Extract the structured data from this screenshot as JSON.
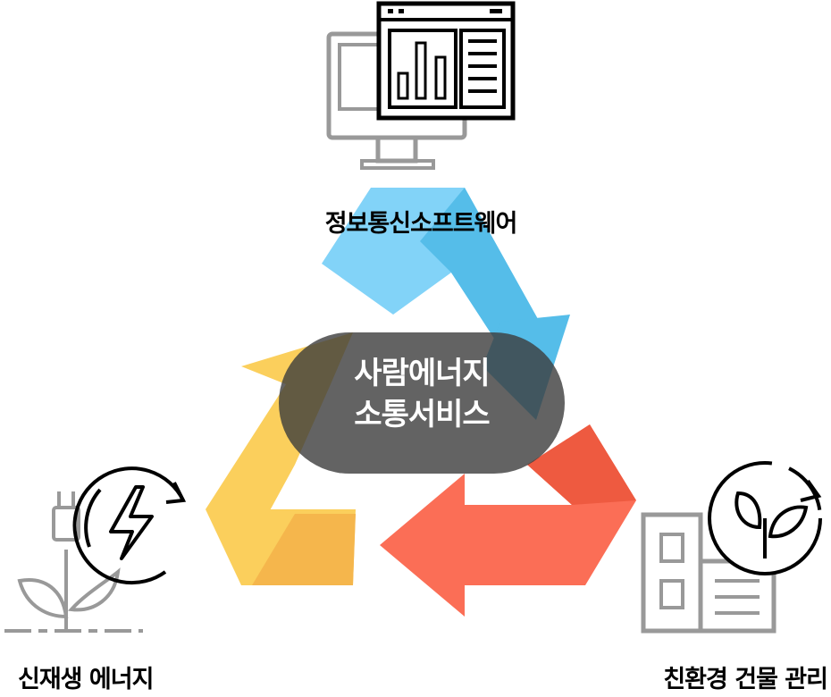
{
  "center": {
    "line1": "사람에너지",
    "line2": "소통서비스"
  },
  "nodes": {
    "top": {
      "label": "정보통신소프트웨어",
      "icon": "monitor-bar-chart-icon",
      "color": "#5bc0eb"
    },
    "left": {
      "label": "신재생 에너지",
      "icon": "plug-lightning-leaf-icon",
      "color": "#f9c74f"
    },
    "right": {
      "label": "친환경 건물 관리",
      "icon": "building-leaf-icon",
      "color": "#f26b50"
    }
  }
}
